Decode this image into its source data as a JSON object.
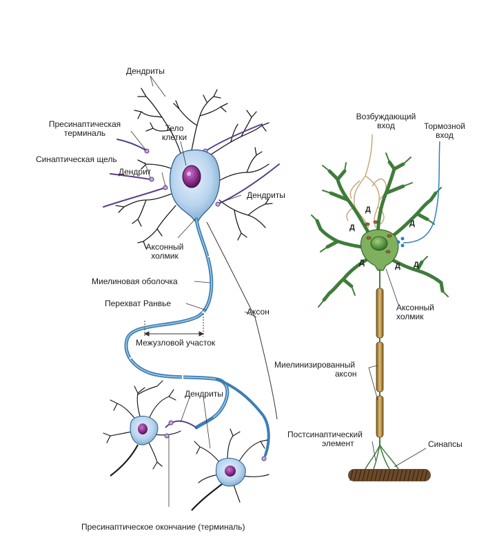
{
  "left_neuron": {
    "dendrites_top": "Дендриты",
    "presynaptic_terminal": [
      "Пресинаптическая",
      "терминаль"
    ],
    "synaptic_cleft": "Синаптическая щель",
    "dendrite": "Дендрит",
    "cell_body": [
      "Тело",
      "клетки"
    ],
    "dendrites_right": "Дендриты",
    "axon_hillock": [
      "Аксонный",
      "холмик"
    ],
    "myelin_sheath": "Миелиновая оболочка",
    "node_of_ranvier": "Перехват Ранвье",
    "axon": "Аксон",
    "internode": "Межузловой участок",
    "dendrites_bottom": "Дендриты",
    "presynaptic_ending": "Пресинаптическое окончание (терминаль)"
  },
  "right_neuron": {
    "excitatory_input": [
      "Возбуждающий",
      "вход"
    ],
    "inhibitory_input": [
      "Тормозной",
      "вход"
    ],
    "dendrite_mark": "Д",
    "axon_hillock": [
      "Аксонный",
      "холмик"
    ],
    "myelinated_axon": [
      "Миелинизированный",
      "аксон"
    ],
    "postsynaptic_element": [
      "Постсинаптический",
      "элемент"
    ],
    "synapses": "Синапсы"
  },
  "colors": {
    "soma_left": "#b8d4ee",
    "nucleus": "#7a1f7a",
    "axon_myelin": "#3b7fb5",
    "dendrite_line": "#1a1a1a",
    "input_fiber": "#5a3d8a",
    "right_neuron_green": "#3f7d3a",
    "right_myelin": "#b08a3c",
    "excitatory_fiber": "#c7a77a",
    "inhibitory_fiber": "#2a7fc0",
    "postsynaptic": "#6b4a2a"
  }
}
